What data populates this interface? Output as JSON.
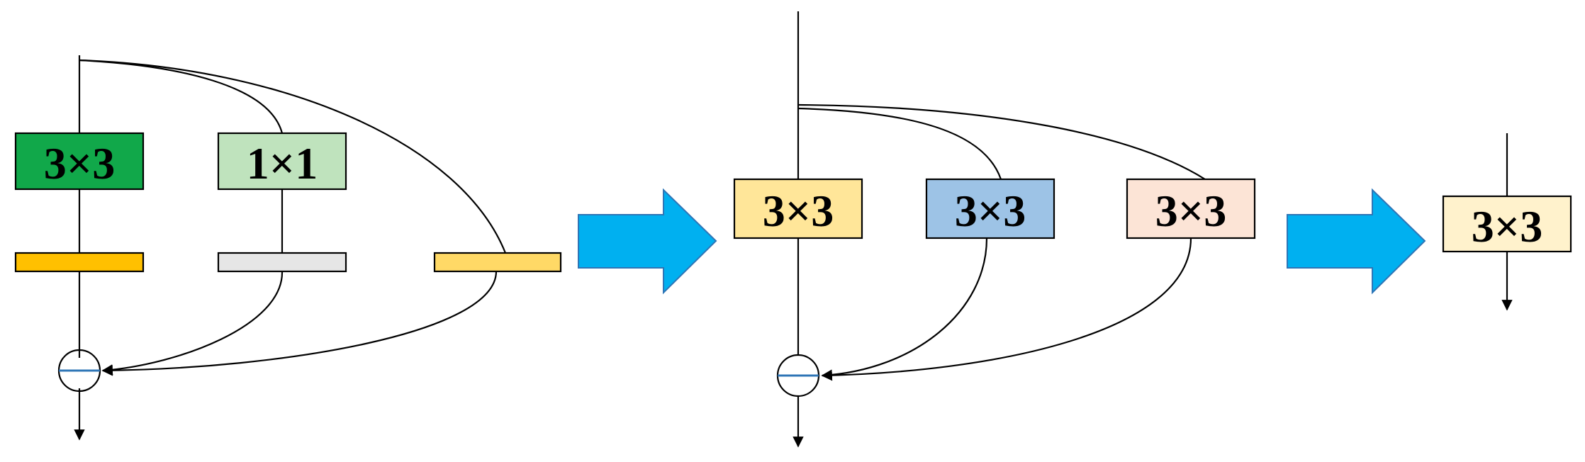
{
  "stage1": {
    "branch_3x3": {
      "label": "3×3",
      "color": "#11a84a"
    },
    "branch_1x1": {
      "label": "1×1",
      "color": "#bfe3bd"
    },
    "bn_colors": [
      "#ffc000",
      "#e6e6e6",
      "#ffd966"
    ]
  },
  "stage2": {
    "branches": [
      {
        "label": "3×3",
        "color": "#ffe699"
      },
      {
        "label": "3×3",
        "color": "#9dc3e6"
      },
      {
        "label": "3×3",
        "color": "#fce4d6"
      }
    ]
  },
  "stage3": {
    "fused": {
      "label": "3×3",
      "color": "#fff2cc"
    }
  },
  "colors": {
    "transform_arrow": "#00b0f0",
    "transform_arrow_stroke": "#2e75b6",
    "add_node_line": "#2e75b6"
  }
}
